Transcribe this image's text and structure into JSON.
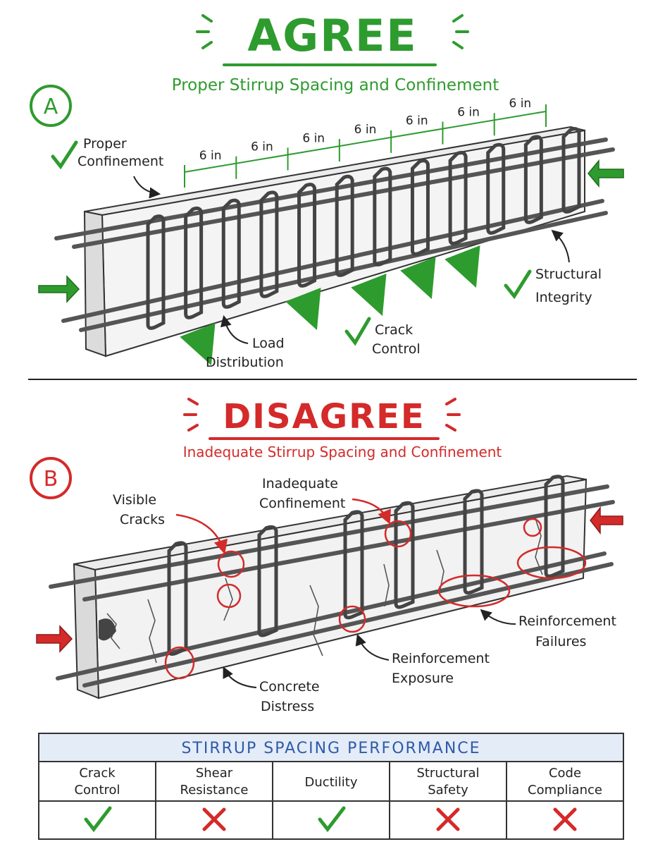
{
  "colors": {
    "agree": "#2e9b2e",
    "disagree": "#d42a2a",
    "table_header": "#e4ecf8",
    "table_title": "#2f5aa8"
  },
  "agree": {
    "title": "AGREE",
    "subtitle": "Proper Stirrup Spacing and Confinement",
    "badge": "A",
    "spacing_labels": [
      "6 in",
      "6 in",
      "6 in",
      "6 in",
      "6 in",
      "6 in",
      "6 in"
    ],
    "callouts": {
      "proper_confinement": [
        "Proper",
        "Confinement"
      ],
      "structural_integrity": [
        "Structural",
        "Integrity"
      ],
      "load_distribution": [
        "Load",
        "Distribution"
      ],
      "crack_control": [
        "Crack",
        "Control"
      ]
    },
    "icons": [
      "check-icon",
      "arrow-icon"
    ]
  },
  "disagree": {
    "title": "DISAGREE",
    "subtitle": "Inadequate Stirrup Spacing and Confinement",
    "badge": "B",
    "callouts": {
      "visible_cracks": [
        "Visible",
        "Cracks"
      ],
      "inadequate_confinement": [
        "Inadequate",
        "Confinement"
      ],
      "reinforcement_failures": [
        "Reinforcement",
        "Failures"
      ],
      "reinforcement_exposure": [
        "Reinforcement",
        "Exposure"
      ],
      "concrete_distress": [
        "Concrete",
        "Distress"
      ]
    }
  },
  "table": {
    "title": "STIRRUP SPACING PERFORMANCE",
    "columns": [
      {
        "label": [
          "Crack",
          "Control"
        ],
        "result": "check"
      },
      {
        "label": [
          "Shear",
          "Resistance"
        ],
        "result": "cross"
      },
      {
        "label": [
          "Ductility"
        ],
        "result": "check"
      },
      {
        "label": [
          "Structural",
          "Safety"
        ],
        "result": "cross"
      },
      {
        "label": [
          "Code",
          "Compliance"
        ],
        "result": "cross"
      }
    ]
  }
}
